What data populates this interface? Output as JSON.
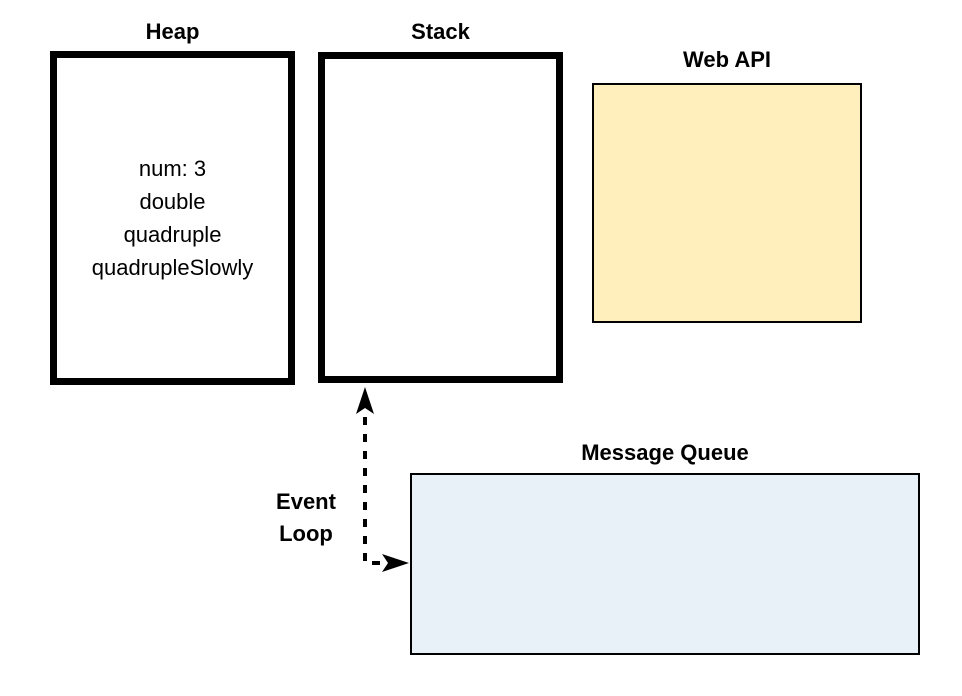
{
  "boxes": {
    "heap": {
      "title": "Heap",
      "items": [
        "num: 3",
        "double",
        "quadruple",
        "quadrupleSlowly"
      ]
    },
    "stack": {
      "title": "Stack"
    },
    "web_api": {
      "title": "Web API"
    },
    "message_queue": {
      "title": "Message Queue"
    }
  },
  "event_loop": {
    "line1": "Event",
    "line2": "Loop"
  },
  "colors": {
    "border_black": "#000000",
    "web_api_fill": "#FFEFBD",
    "message_queue_fill": "#E8F1F7",
    "background": "#FFFFFF"
  }
}
